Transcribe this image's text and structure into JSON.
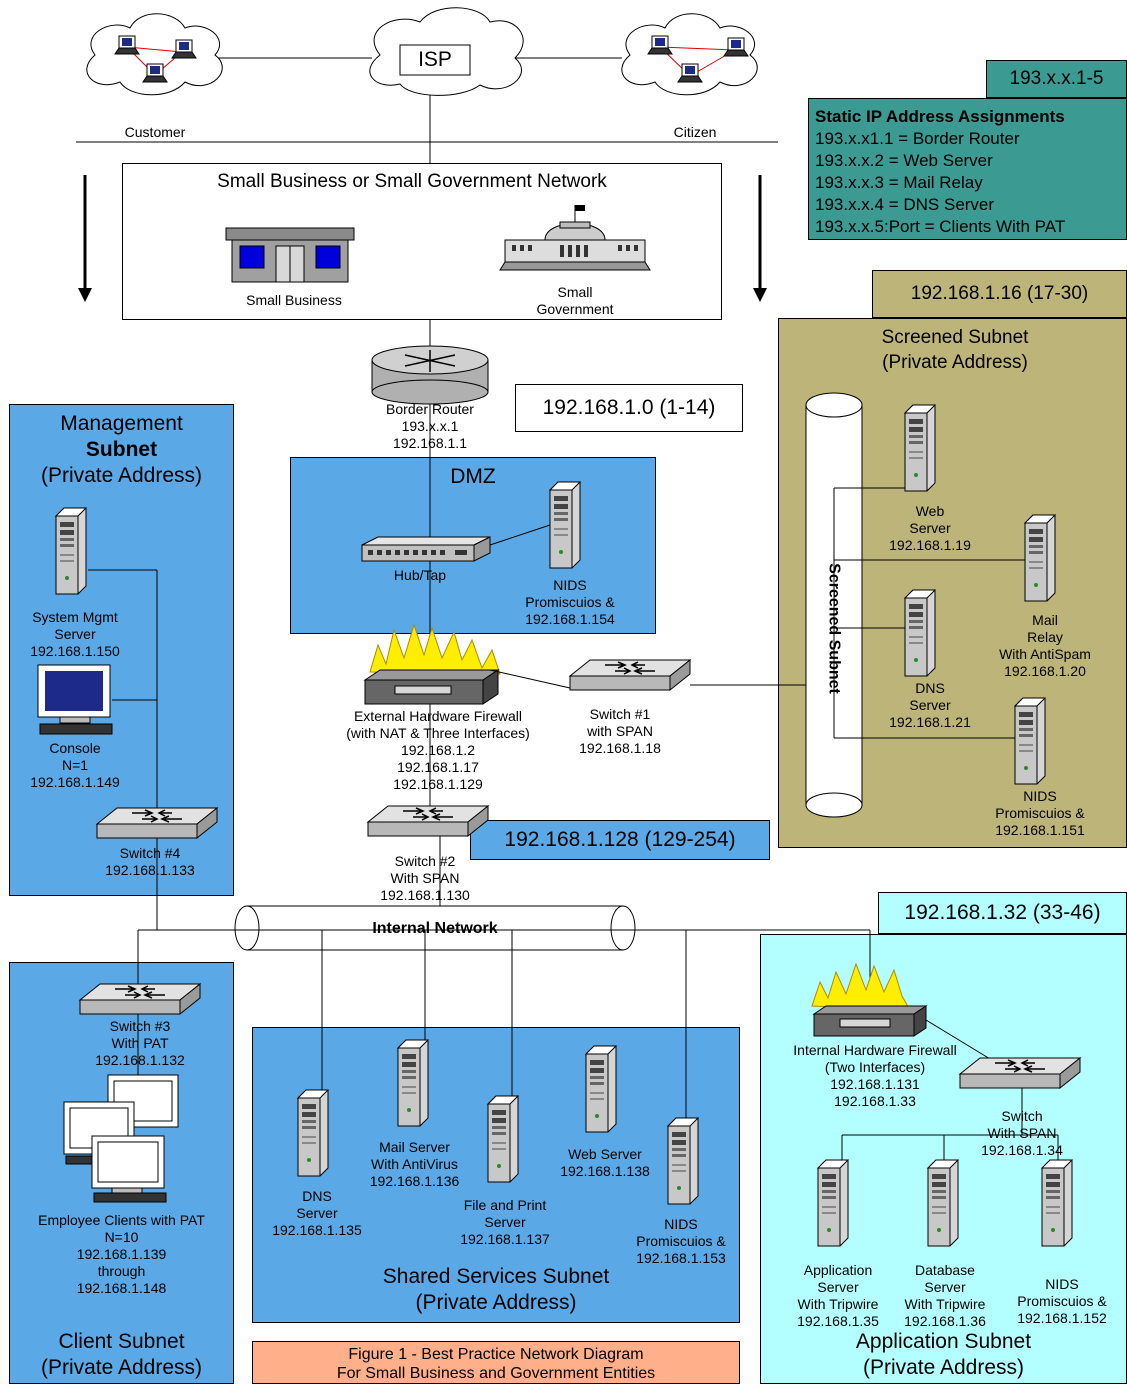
{
  "colors": {
    "management": "#5aa9e6",
    "screened": "#bdb47a",
    "static_box": "#3b9a92",
    "application": "#b3ffff",
    "caption": "#ffb08a"
  },
  "top": {
    "isp": "ISP",
    "customer": "Customer",
    "citizen": "Citizen"
  },
  "static_ip": {
    "header": "193.x.x.1-5",
    "title": "Static IP Address Assignments",
    "lines": [
      "193.x.x1.1 = Border Router",
      "193.x.x.2 = Web Server",
      "193.x.x.3 = Mail Relay",
      "193.x.x.4 = DNS Server",
      "193.x.x.5:Port = Clients With PAT"
    ]
  },
  "small_net": {
    "title": "Small Business or Small Government Network",
    "business": "Small Business",
    "government_1": "Small",
    "government_2": "Government"
  },
  "border_router": {
    "l1": "Border Router",
    "l2": "193.x.x.1",
    "l3": "192.168.1.1"
  },
  "dmz_range": "192.168.1.0 (1-14)",
  "dmz": {
    "title": "DMZ",
    "hub": "Hub/Tap",
    "nids_1": "NIDS",
    "nids_2": "Promiscuios &",
    "nids_3": "192.168.1.154"
  },
  "ext_fw": {
    "l1": "External Hardware Firewall",
    "l2": "(with NAT & Three Interfaces)",
    "l3": "192.168.1.2",
    "l4": "192.168.1.17",
    "l5": "192.168.1.129"
  },
  "switch1": {
    "l1": "Switch  #1",
    "l2": "with SPAN",
    "l3": "192.168.1.18"
  },
  "switch2": {
    "l1": "Switch #2",
    "l2": "With SPAN",
    "l3": "192.168.1.130"
  },
  "internal_range": "192.168.1.128 (129-254)",
  "internal_network": "Internal Network",
  "screened": {
    "range": "192.168.1.16 (17-30)",
    "title_1": "Screened Subnet",
    "title_2": "(Private Address)",
    "pipe": "Screened Subnet",
    "web_1": "Web",
    "web_2": "Server",
    "web_3": "192.168.1.19",
    "mail_1": "Mail",
    "mail_2": "Relay",
    "mail_3": "With AntiSpam",
    "mail_4": "192.168.1.20",
    "dns_1": "DNS",
    "dns_2": "Server",
    "dns_3": "192.168.1.21",
    "nids_1": "NIDS",
    "nids_2": "Promiscuios &",
    "nids_3": "192.168.1.151"
  },
  "management": {
    "title_1": "Management",
    "title_2": "Subnet",
    "title_3": "(Private Address)",
    "sys_1": "System Mgmt",
    "sys_2": "Server",
    "sys_3": "192.168.1.150",
    "console_1": "Console",
    "console_2": "N=1",
    "console_3": "192.168.1.149",
    "switch_1": "Switch #4",
    "switch_2": "192.168.1.133"
  },
  "client": {
    "switch_1": "Switch #3",
    "switch_2": "With PAT",
    "switch_3": "192.168.1.132",
    "emp_1": "Employee Clients with PAT",
    "emp_2": "N=10",
    "emp_3": "192.168.1.139",
    "emp_4": "through",
    "emp_5": "192.168.1.148",
    "title_1": "Client Subnet",
    "title_2": "(Private Address)"
  },
  "shared": {
    "dns_1": "DNS",
    "dns_2": "Server",
    "dns_3": "192.168.1.135",
    "mail_1": "Mail Server",
    "mail_2": "With AntiVirus",
    "mail_3": "192.168.1.136",
    "file_1": "File and Print",
    "file_2": "Server",
    "file_3": "192.168.1.137",
    "web_1": "Web Server",
    "web_2": "192.168.1.138",
    "nids_1": "NIDS",
    "nids_2": "Promiscuios &",
    "nids_3": "192.168.1.153",
    "title_1": "Shared Services Subnet",
    "title_2": "(Private Address)"
  },
  "application": {
    "range": "192.168.1.32 (33-46)",
    "fw_1": "Internal Hardware Firewall",
    "fw_2": "(Two Interfaces)",
    "fw_3": "192.168.1.131",
    "fw_4": "192.168.1.33",
    "sw_1": "Switch",
    "sw_2": "With SPAN",
    "sw_3": "192.168.1.34",
    "app_1": "Application",
    "app_2": "Server",
    "app_3": "With Tripwire",
    "app_4": "192.168.1.35",
    "db_1": "Database",
    "db_2": "Server",
    "db_3": "With Tripwire",
    "db_4": "192.168.1.36",
    "nids_1": "NIDS",
    "nids_2": "Promiscuios &",
    "nids_3": "192.168.1.152",
    "title_1": "Application Subnet",
    "title_2": "(Private Address)"
  },
  "caption": {
    "l1": "Figure 1 - Best Practice Network Diagram",
    "l2": "For Small Business and Government Entities"
  }
}
